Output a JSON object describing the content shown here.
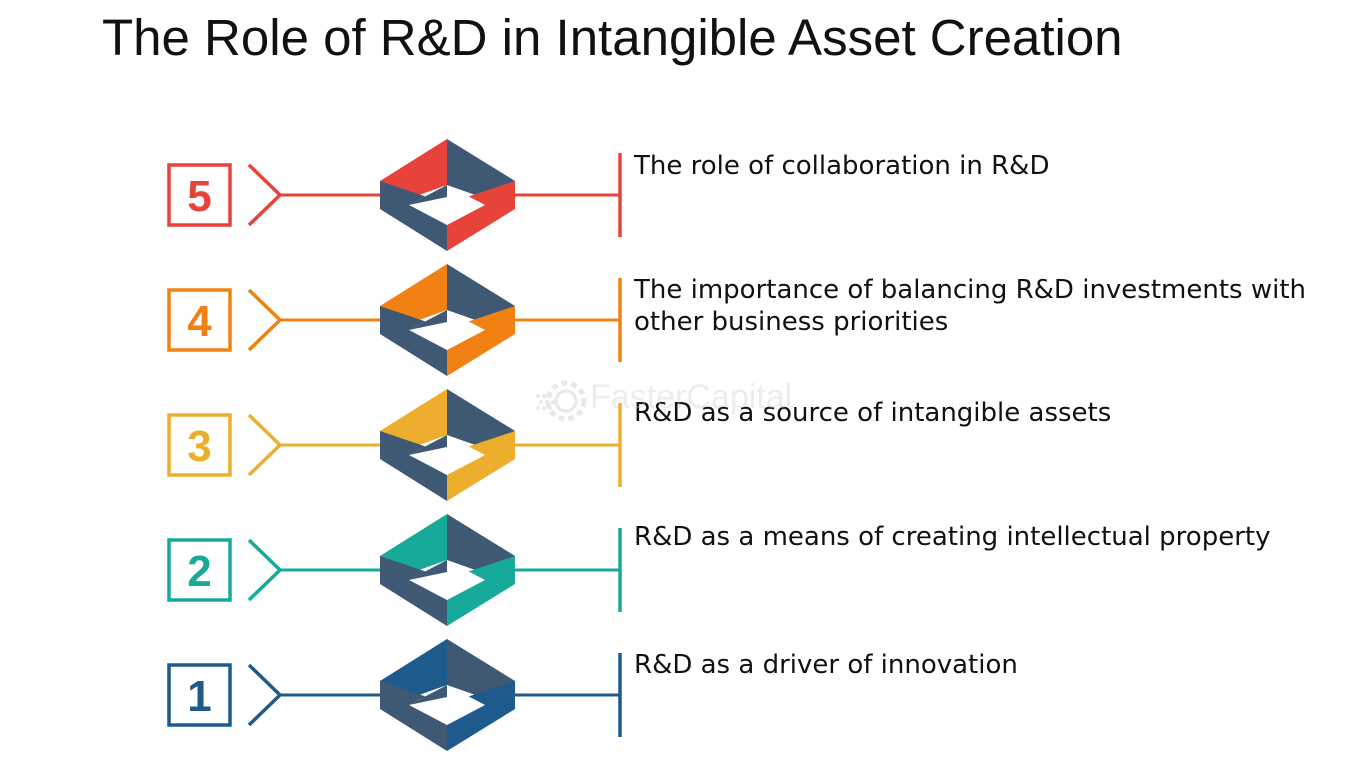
{
  "title": "The Role of R&D in Intangible Asset Creation",
  "watermark": "FasterCapital",
  "colors": {
    "dark": "#3f5874",
    "step5": "#e8433a",
    "step4": "#f28113",
    "step3": "#ecae2c",
    "step2": "#17a999",
    "step1": "#1e5a8c"
  },
  "steps": [
    {
      "number": "5",
      "color": "#e8433a",
      "lines": [
        "The role of collaboration in R&D"
      ]
    },
    {
      "number": "4",
      "color": "#f28113",
      "lines": [
        "The importance of balancing R&D investments with",
        "other business priorities"
      ]
    },
    {
      "number": "3",
      "color": "#ecae2c",
      "lines": [
        "R&D as a source of intangible assets"
      ]
    },
    {
      "number": "2",
      "color": "#17a999",
      "lines": [
        "R&D as a means of creating intellectual property"
      ]
    },
    {
      "number": "1",
      "color": "#1e5a8c",
      "lines": [
        "R&D as a driver of innovation"
      ]
    }
  ]
}
